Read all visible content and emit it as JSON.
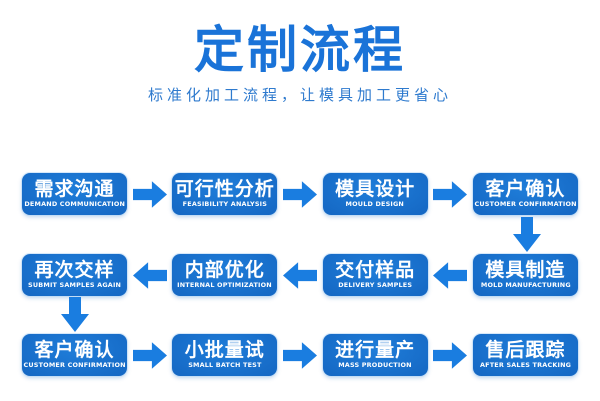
{
  "header": {
    "title": "定制流程",
    "subtitle": "标准化加工流程，让模具加工更省心"
  },
  "steps": [
    {
      "zh": "需求沟通",
      "en": "DEMAND COMMUNICATION"
    },
    {
      "zh": "可行性分析",
      "en": "FEASIBILITY ANALYSIS"
    },
    {
      "zh": "模具设计",
      "en": "MOULD DESIGN"
    },
    {
      "zh": "客户确认",
      "en": "CUSTOMER CONFIRMATION"
    },
    {
      "zh": "模具制造",
      "en": "MOLD MANUFACTURING"
    },
    {
      "zh": "交付样品",
      "en": "DELIVERY SAMPLES"
    },
    {
      "zh": "内部优化",
      "en": "INTERNAL OPTIMIZATION"
    },
    {
      "zh": "再次交样",
      "en": "SUBMIT SAMPLES AGAIN"
    },
    {
      "zh": "客户确认",
      "en": "CUSTOMER CONFIRMATION"
    },
    {
      "zh": "小批量试",
      "en": "SMALL BATCH TEST"
    },
    {
      "zh": "进行量产",
      "en": "MASS PRODUCTION"
    },
    {
      "zh": "售后跟踪",
      "en": "AFTER SALES TRACKING"
    }
  ],
  "colors": {
    "title": "#1a73d8",
    "subtitle": "#2e7ace",
    "box_center": "#1f7dd9",
    "box_edge": "#0d59ad",
    "arrow": "#1a7de0",
    "text": "#ffffff"
  }
}
